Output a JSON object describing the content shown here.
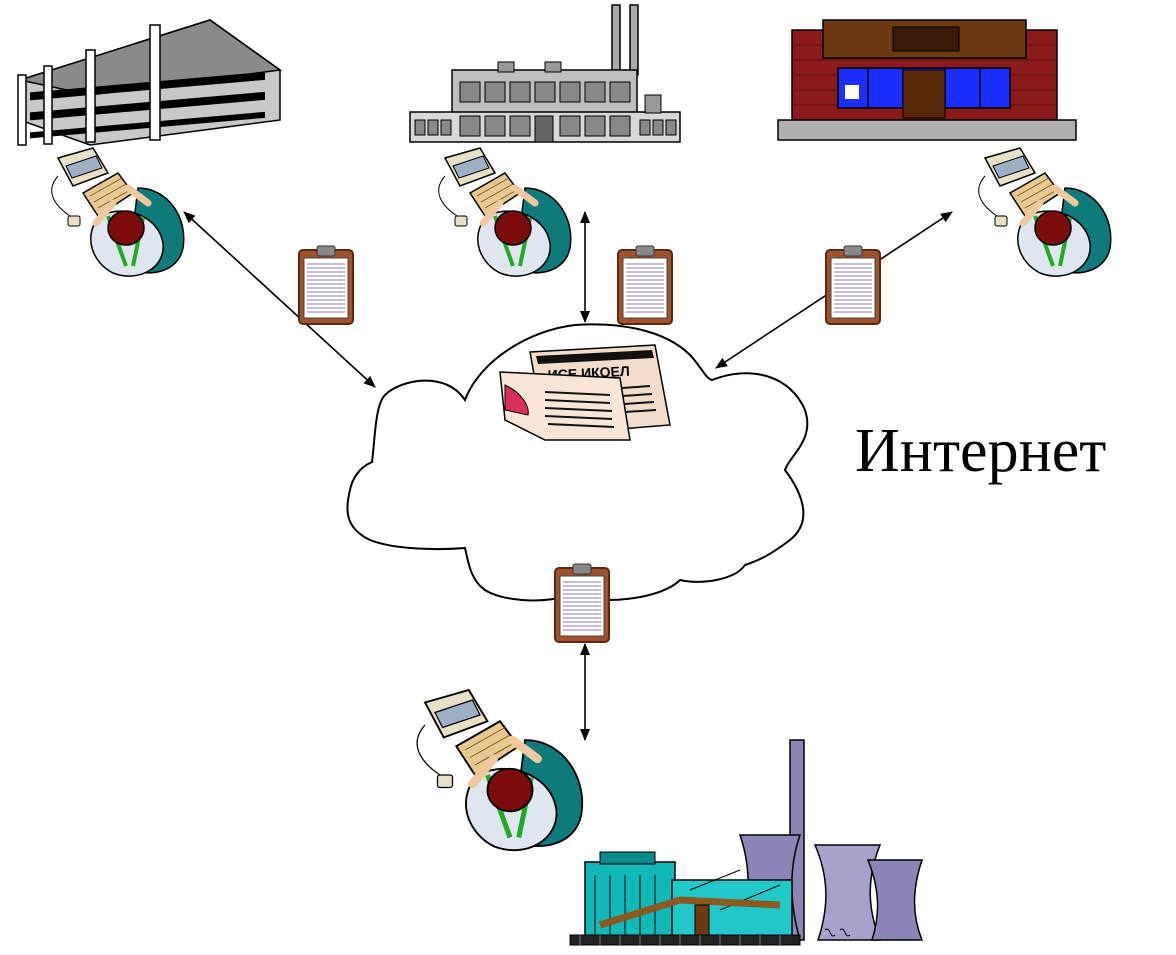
{
  "labels": {
    "internet": "Интернет",
    "newspaper_masthead": "ИСЕ ИКОЕЛ"
  },
  "nodes": [
    {
      "id": "office-building",
      "role": "building"
    },
    {
      "id": "factory",
      "role": "building"
    },
    {
      "id": "shop",
      "role": "building"
    },
    {
      "id": "power-plant",
      "role": "building"
    },
    {
      "id": "cloud",
      "role": "network"
    }
  ],
  "colors": {
    "stroke": "#000000",
    "clipboard": "#a0522d",
    "clipboard_paper": "#ffffff",
    "clipboard_lines": "#7b7bd1",
    "user_chair": "#0f7a7a",
    "user_hair": "#7a0c0c",
    "keyboard": "#e8c890",
    "shop_brick": "#8b1a1a",
    "shop_window": "#1a2eff",
    "factory_gray": "#bfbfbf",
    "plant_teal": "#10b8b8",
    "cooling_tower": "#8a86b5"
  }
}
